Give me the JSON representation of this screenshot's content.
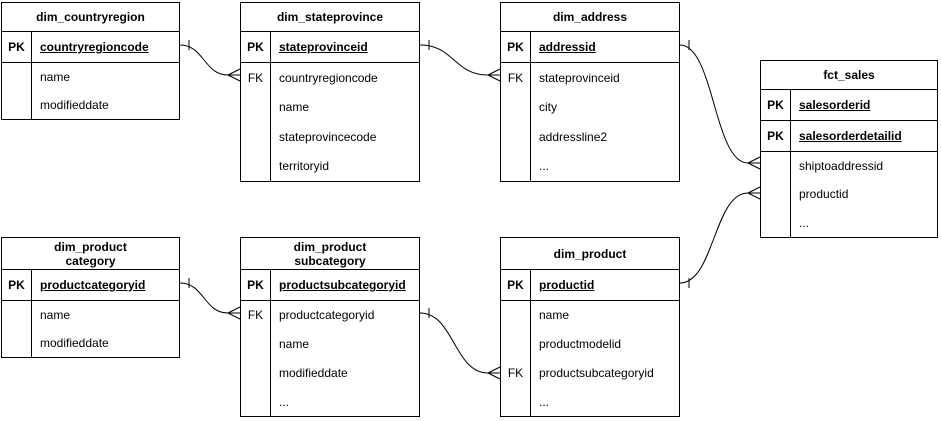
{
  "colors": {
    "border": "#000000",
    "background": "#ffffff",
    "text": "#000000"
  },
  "tables": {
    "t1": {
      "title": "dim_countryregion",
      "rows": [
        {
          "key": "PK",
          "field": "countryregioncode"
        },
        {
          "key": "",
          "field": "name"
        },
        {
          "key": "",
          "field": "modifieddate"
        }
      ]
    },
    "t2": {
      "title": "dim_stateprovince",
      "rows": [
        {
          "key": "PK",
          "field": "stateprovinceid"
        },
        {
          "key": "FK",
          "field": "countryregioncode"
        },
        {
          "key": "",
          "field": "name"
        },
        {
          "key": "",
          "field": "stateprovincecode"
        },
        {
          "key": "",
          "field": "territoryid"
        }
      ]
    },
    "t3": {
      "title": "dim_address",
      "rows": [
        {
          "key": "PK",
          "field": "addressid"
        },
        {
          "key": "FK",
          "field": "stateprovinceid"
        },
        {
          "key": "",
          "field": "city"
        },
        {
          "key": "",
          "field": "addressline2"
        },
        {
          "key": "",
          "field": "..."
        }
      ]
    },
    "t4": {
      "title": "fct_sales",
      "rows": [
        {
          "key": "PK",
          "field": "salesorderid"
        },
        {
          "key": "PK",
          "field": "salesorderdetailid"
        },
        {
          "key": "",
          "field": "shiptoaddressid"
        },
        {
          "key": "",
          "field": "productid"
        },
        {
          "key": "",
          "field": "..."
        }
      ]
    },
    "t5": {
      "title": "dim_product\ncategory",
      "rows": [
        {
          "key": "PK",
          "field": "productcategoryid"
        },
        {
          "key": "",
          "field": "name"
        },
        {
          "key": "",
          "field": "modifieddate"
        }
      ]
    },
    "t6": {
      "title": "dim_product\nsubcategory",
      "rows": [
        {
          "key": "PK",
          "field": "productsubcategoryid"
        },
        {
          "key": "FK",
          "field": "productcategoryid"
        },
        {
          "key": "",
          "field": "name"
        },
        {
          "key": "",
          "field": "modifieddate"
        },
        {
          "key": "",
          "field": "..."
        }
      ]
    },
    "t7": {
      "title": "dim_product",
      "rows": [
        {
          "key": "PK",
          "field": "productid"
        },
        {
          "key": "",
          "field": "name"
        },
        {
          "key": "",
          "field": "productmodelid"
        },
        {
          "key": "FK",
          "field": "productsubcategoryid"
        },
        {
          "key": "",
          "field": "..."
        }
      ]
    }
  },
  "connectors": [
    {
      "from": "dim_countryregion.countryregioncode",
      "to": "dim_stateprovince.countryregioncode",
      "cardinality": "one-to-many"
    },
    {
      "from": "dim_stateprovince.stateprovinceid",
      "to": "dim_address.stateprovinceid",
      "cardinality": "one-to-many"
    },
    {
      "from": "dim_address.addressid",
      "to": "fct_sales.shiptoaddressid",
      "cardinality": "one-to-many"
    },
    {
      "from": "dim_product.productid",
      "to": "fct_sales.productid",
      "cardinality": "one-to-many"
    },
    {
      "from": "dim_productcategory.productcategoryid",
      "to": "dim_productsubcategory.productcategoryid",
      "cardinality": "one-to-many"
    },
    {
      "from": "dim_productsubcategory.productsubcategoryid",
      "to": "dim_product.productsubcategoryid",
      "cardinality": "one-to-many"
    }
  ]
}
